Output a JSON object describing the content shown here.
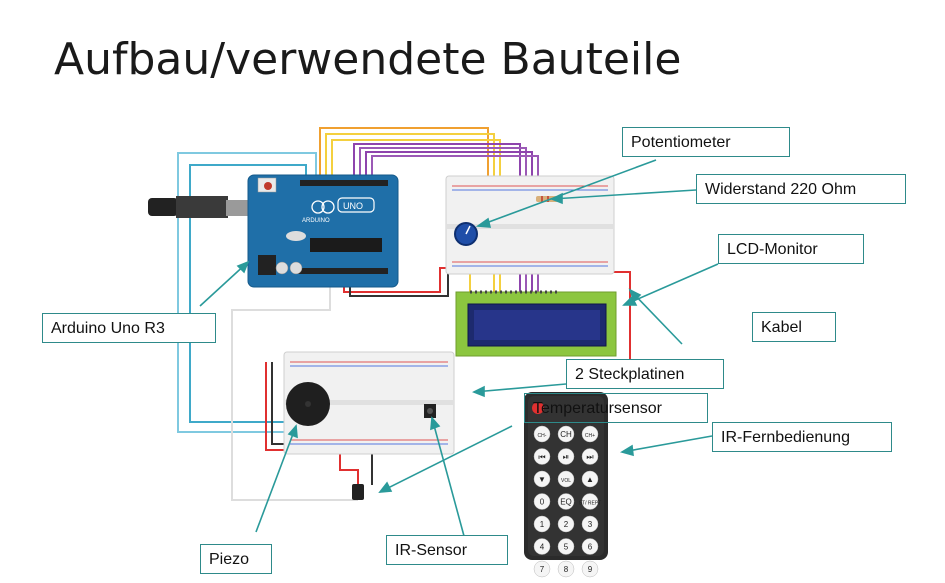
{
  "slide": {
    "title": "Aufbau/verwendete Bauteile"
  },
  "labels": {
    "potentiometer": "Potentiometer",
    "widerstand": "Widerstand 220 Ohm",
    "lcd_monitor": "LCD-Monitor",
    "kabel": "Kabel",
    "arduino": "Arduino Uno R3",
    "steckplatinen": "2 Steckplatinen",
    "temperatursensor": "Temperatursensor",
    "ir_fernbedienung": "IR-Fernbedienung",
    "piezo": "Piezo",
    "ir_sensor": "IR-Sensor"
  },
  "board": {
    "brand_text": "UNO",
    "maker_text": "ARDUINO"
  },
  "remote": {
    "keys": [
      "CH-",
      "CH",
      "CH+",
      "⏮",
      "⏯",
      "⏭",
      "▼",
      "VOL",
      "▲",
      "0",
      "EQ",
      "ST/ REPT",
      "1",
      "2",
      "3",
      "4",
      "5",
      "6",
      "7",
      "8",
      "9"
    ]
  },
  "colors": {
    "callout_border": "#2e8a8a",
    "arrow": "#2a9a9a",
    "arduino_blue": "#1f6fa8",
    "lcd_green": "#8cc63f",
    "lcd_screen": "#1d2a6e",
    "remote_body": "#2b2b2b"
  }
}
